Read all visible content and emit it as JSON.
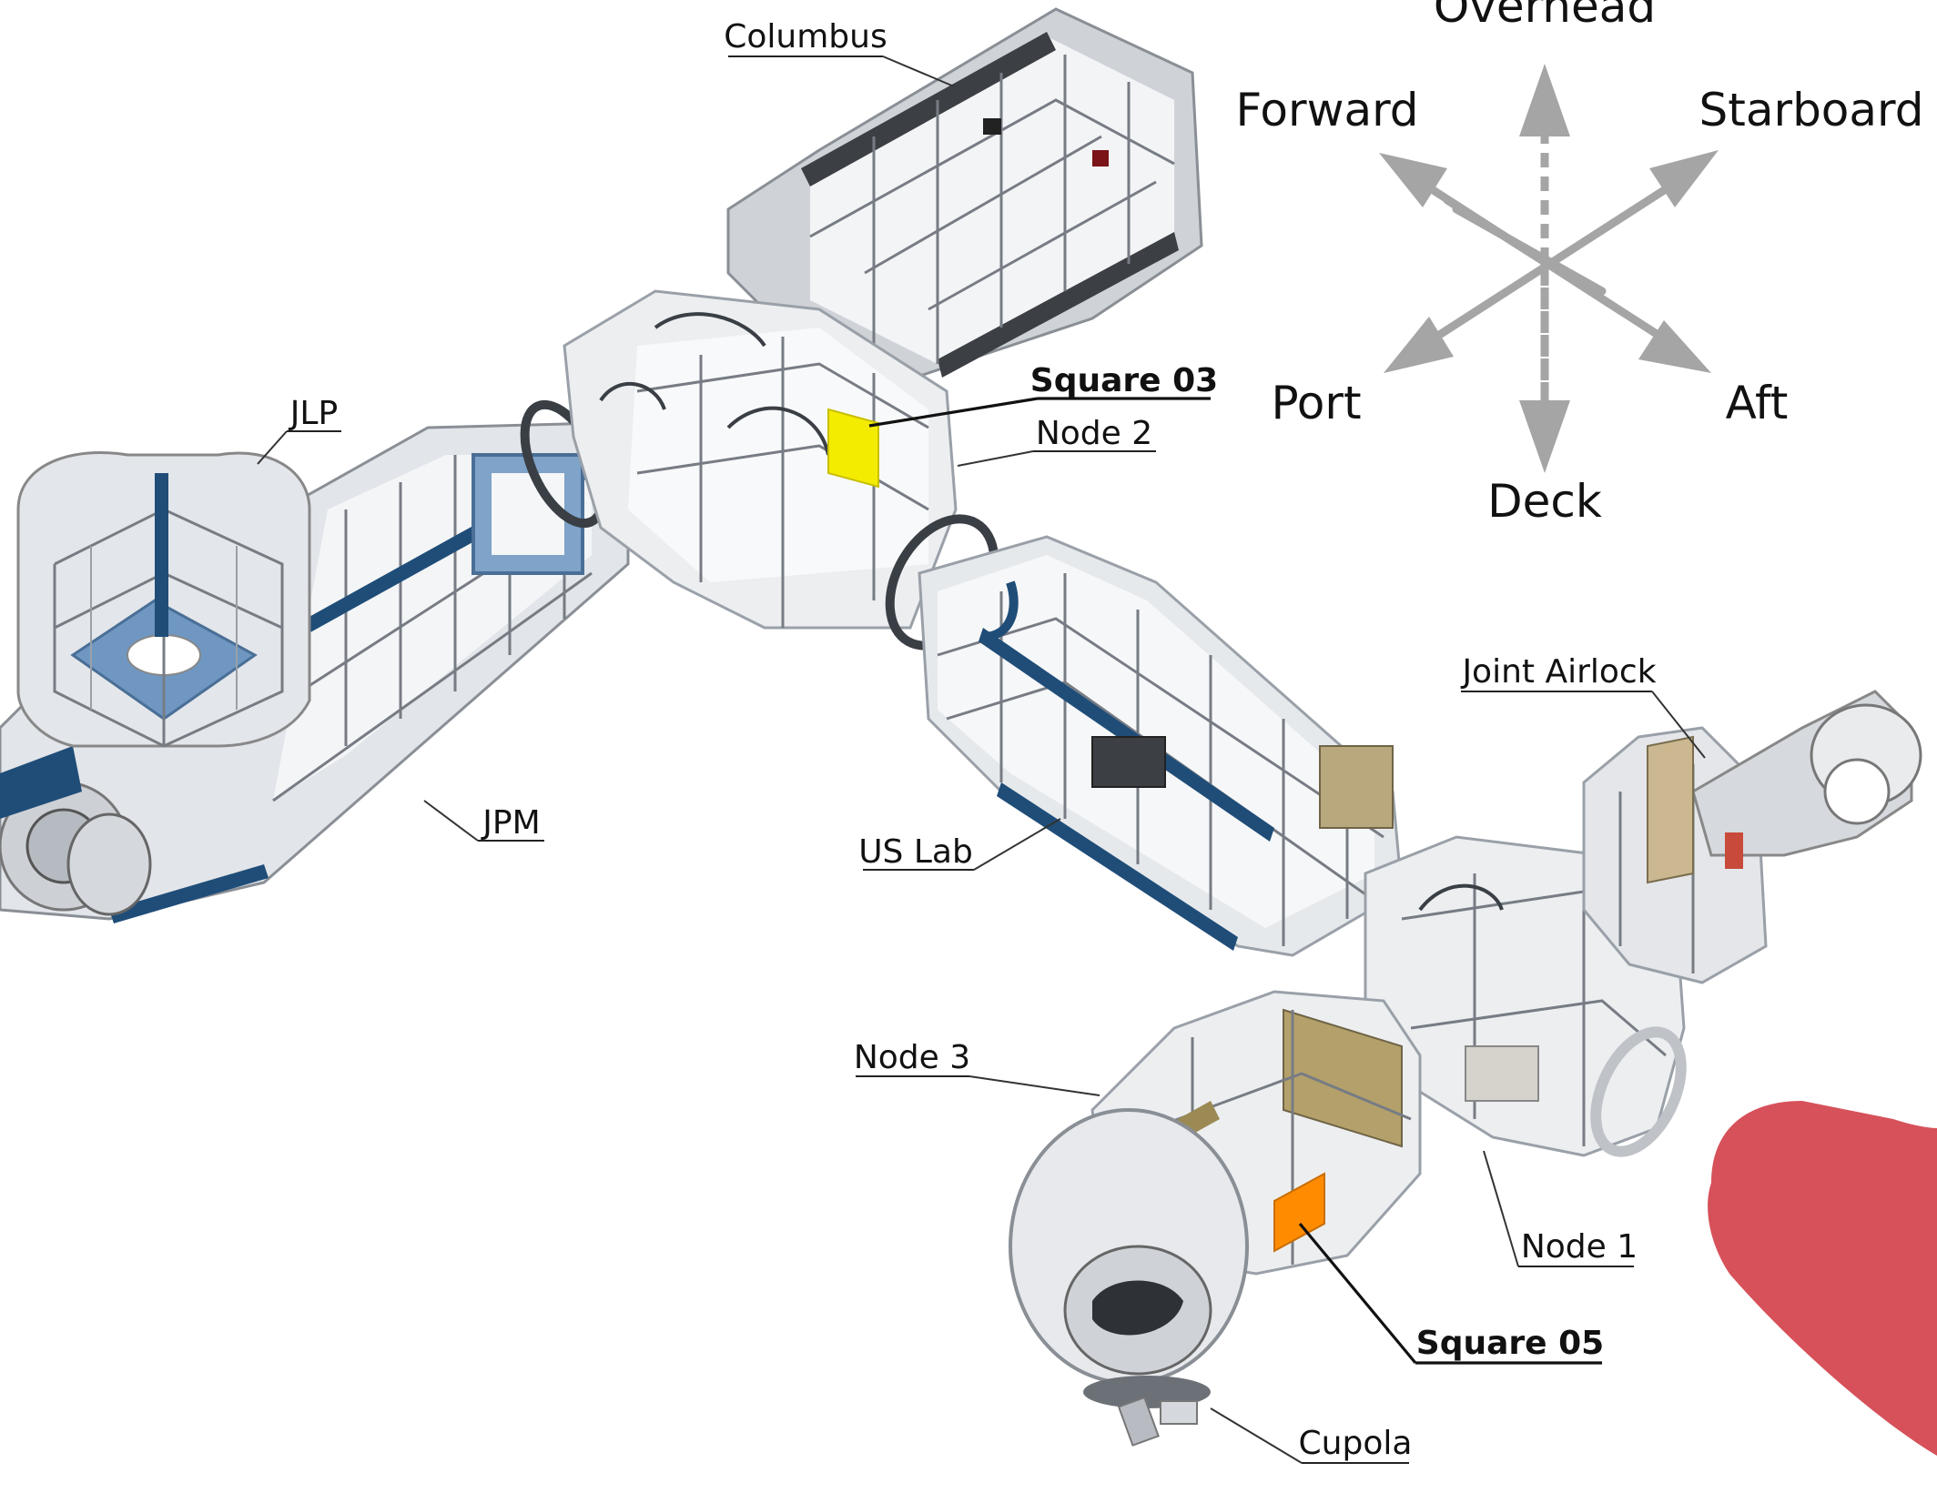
{
  "modules": [
    {
      "key": "columbus",
      "label": "Columbus"
    },
    {
      "key": "jlp",
      "label": "JLP"
    },
    {
      "key": "jpm",
      "label": "JPM"
    },
    {
      "key": "node2",
      "label": "Node 2"
    },
    {
      "key": "us_lab",
      "label": "US Lab"
    },
    {
      "key": "joint_airlock",
      "label": "Joint Airlock"
    },
    {
      "key": "node3",
      "label": "Node 3"
    },
    {
      "key": "node1",
      "label": "Node 1"
    },
    {
      "key": "cupola",
      "label": "Cupola"
    }
  ],
  "markers": [
    {
      "key": "square03",
      "label": "Square 03",
      "color": "#f4ec00"
    },
    {
      "key": "square05",
      "label": "Square 05",
      "color": "#ff8c00"
    }
  ],
  "compass": {
    "overhead": "Overhead",
    "deck": "Deck",
    "forward": "Forward",
    "aft": "Aft",
    "port": "Port",
    "starboard": "Starboard",
    "arrow_color": "#a5a5a5"
  },
  "colors": {
    "module_shell": "#e6e8eb",
    "module_interior": "#f6f7f8",
    "rack_blue": "#1f4d78",
    "jlp_blue": "#6f97c2",
    "hand_red": "#d6515a"
  }
}
